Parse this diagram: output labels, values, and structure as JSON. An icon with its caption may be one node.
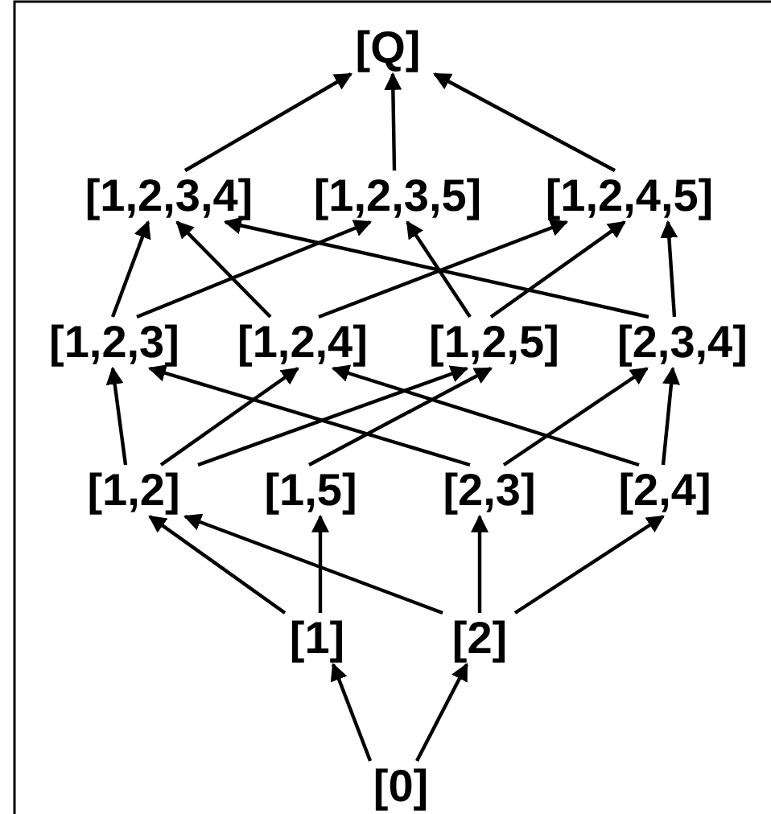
{
  "diagram": {
    "nodes": [
      {
        "text": [
          "[Q]"
        ]
      },
      {
        "text": [
          "[1,2,3,4]"
        ]
      },
      {
        "text": [
          "[1,2,3,5]"
        ]
      },
      {
        "text": [
          "[1,2,4,5]"
        ]
      },
      {
        "text": [
          "[1,2,3]"
        ]
      },
      {
        "text": [
          "[1,2,4]"
        ]
      },
      {
        "text": [
          "[1,2,5]"
        ]
      },
      {
        "text": [
          "[2,3,4]"
        ]
      },
      {
        "text": [
          "[1,2]"
        ]
      },
      {
        "text": [
          "[1,5]"
        ]
      },
      {
        "text": [
          "[2,3]"
        ]
      },
      {
        "text": [
          "[2,4]"
        ]
      },
      {
        "text": [
          "[1]"
        ]
      },
      {
        "text": [
          "[2]"
        ]
      },
      {
        "text": [
          "[0]"
        ]
      }
    ],
    "edges": [
      {
        "from": 1,
        "to": 0,
        "arrow": "to"
      },
      {
        "from": 2,
        "to": 0,
        "arrow": "to"
      },
      {
        "from": 3,
        "to": 0,
        "arrow": "to"
      },
      {
        "from": 4,
        "to": 1,
        "arrow": "to"
      },
      {
        "from": 4,
        "to": 2,
        "arrow": "to"
      },
      {
        "from": 5,
        "to": 1,
        "arrow": "to"
      },
      {
        "from": 5,
        "to": 3,
        "arrow": "to"
      },
      {
        "from": 6,
        "to": 2,
        "arrow": "to"
      },
      {
        "from": 6,
        "to": 3,
        "arrow": "to"
      },
      {
        "from": 7,
        "to": 1,
        "arrow": "to"
      },
      {
        "from": 7,
        "to": 3,
        "arrow": "to"
      },
      {
        "from": 8,
        "to": 4,
        "arrow": "to"
      },
      {
        "from": 8,
        "to": 5,
        "arrow": "to"
      },
      {
        "from": 8,
        "to": 6,
        "arrow": "to"
      },
      {
        "from": 9,
        "to": 6,
        "arrow": "to"
      },
      {
        "from": 10,
        "to": 4,
        "arrow": "to"
      },
      {
        "from": 10,
        "to": 7,
        "arrow": "to"
      },
      {
        "from": 11,
        "to": 5,
        "arrow": "to"
      },
      {
        "from": 11,
        "to": 7,
        "arrow": "to"
      },
      {
        "from": 12,
        "to": 8,
        "arrow": "to"
      },
      {
        "from": 12,
        "to": 9,
        "arrow": "to"
      },
      {
        "from": 13,
        "to": 8,
        "arrow": "to"
      },
      {
        "from": 13,
        "to": 10,
        "arrow": "to"
      },
      {
        "from": 13,
        "to": 11,
        "arrow": "to"
      },
      {
        "from": 14,
        "to": 12,
        "arrow": "to"
      },
      {
        "from": 14,
        "to": 13,
        "arrow": "to"
      }
    ]
  }
}
